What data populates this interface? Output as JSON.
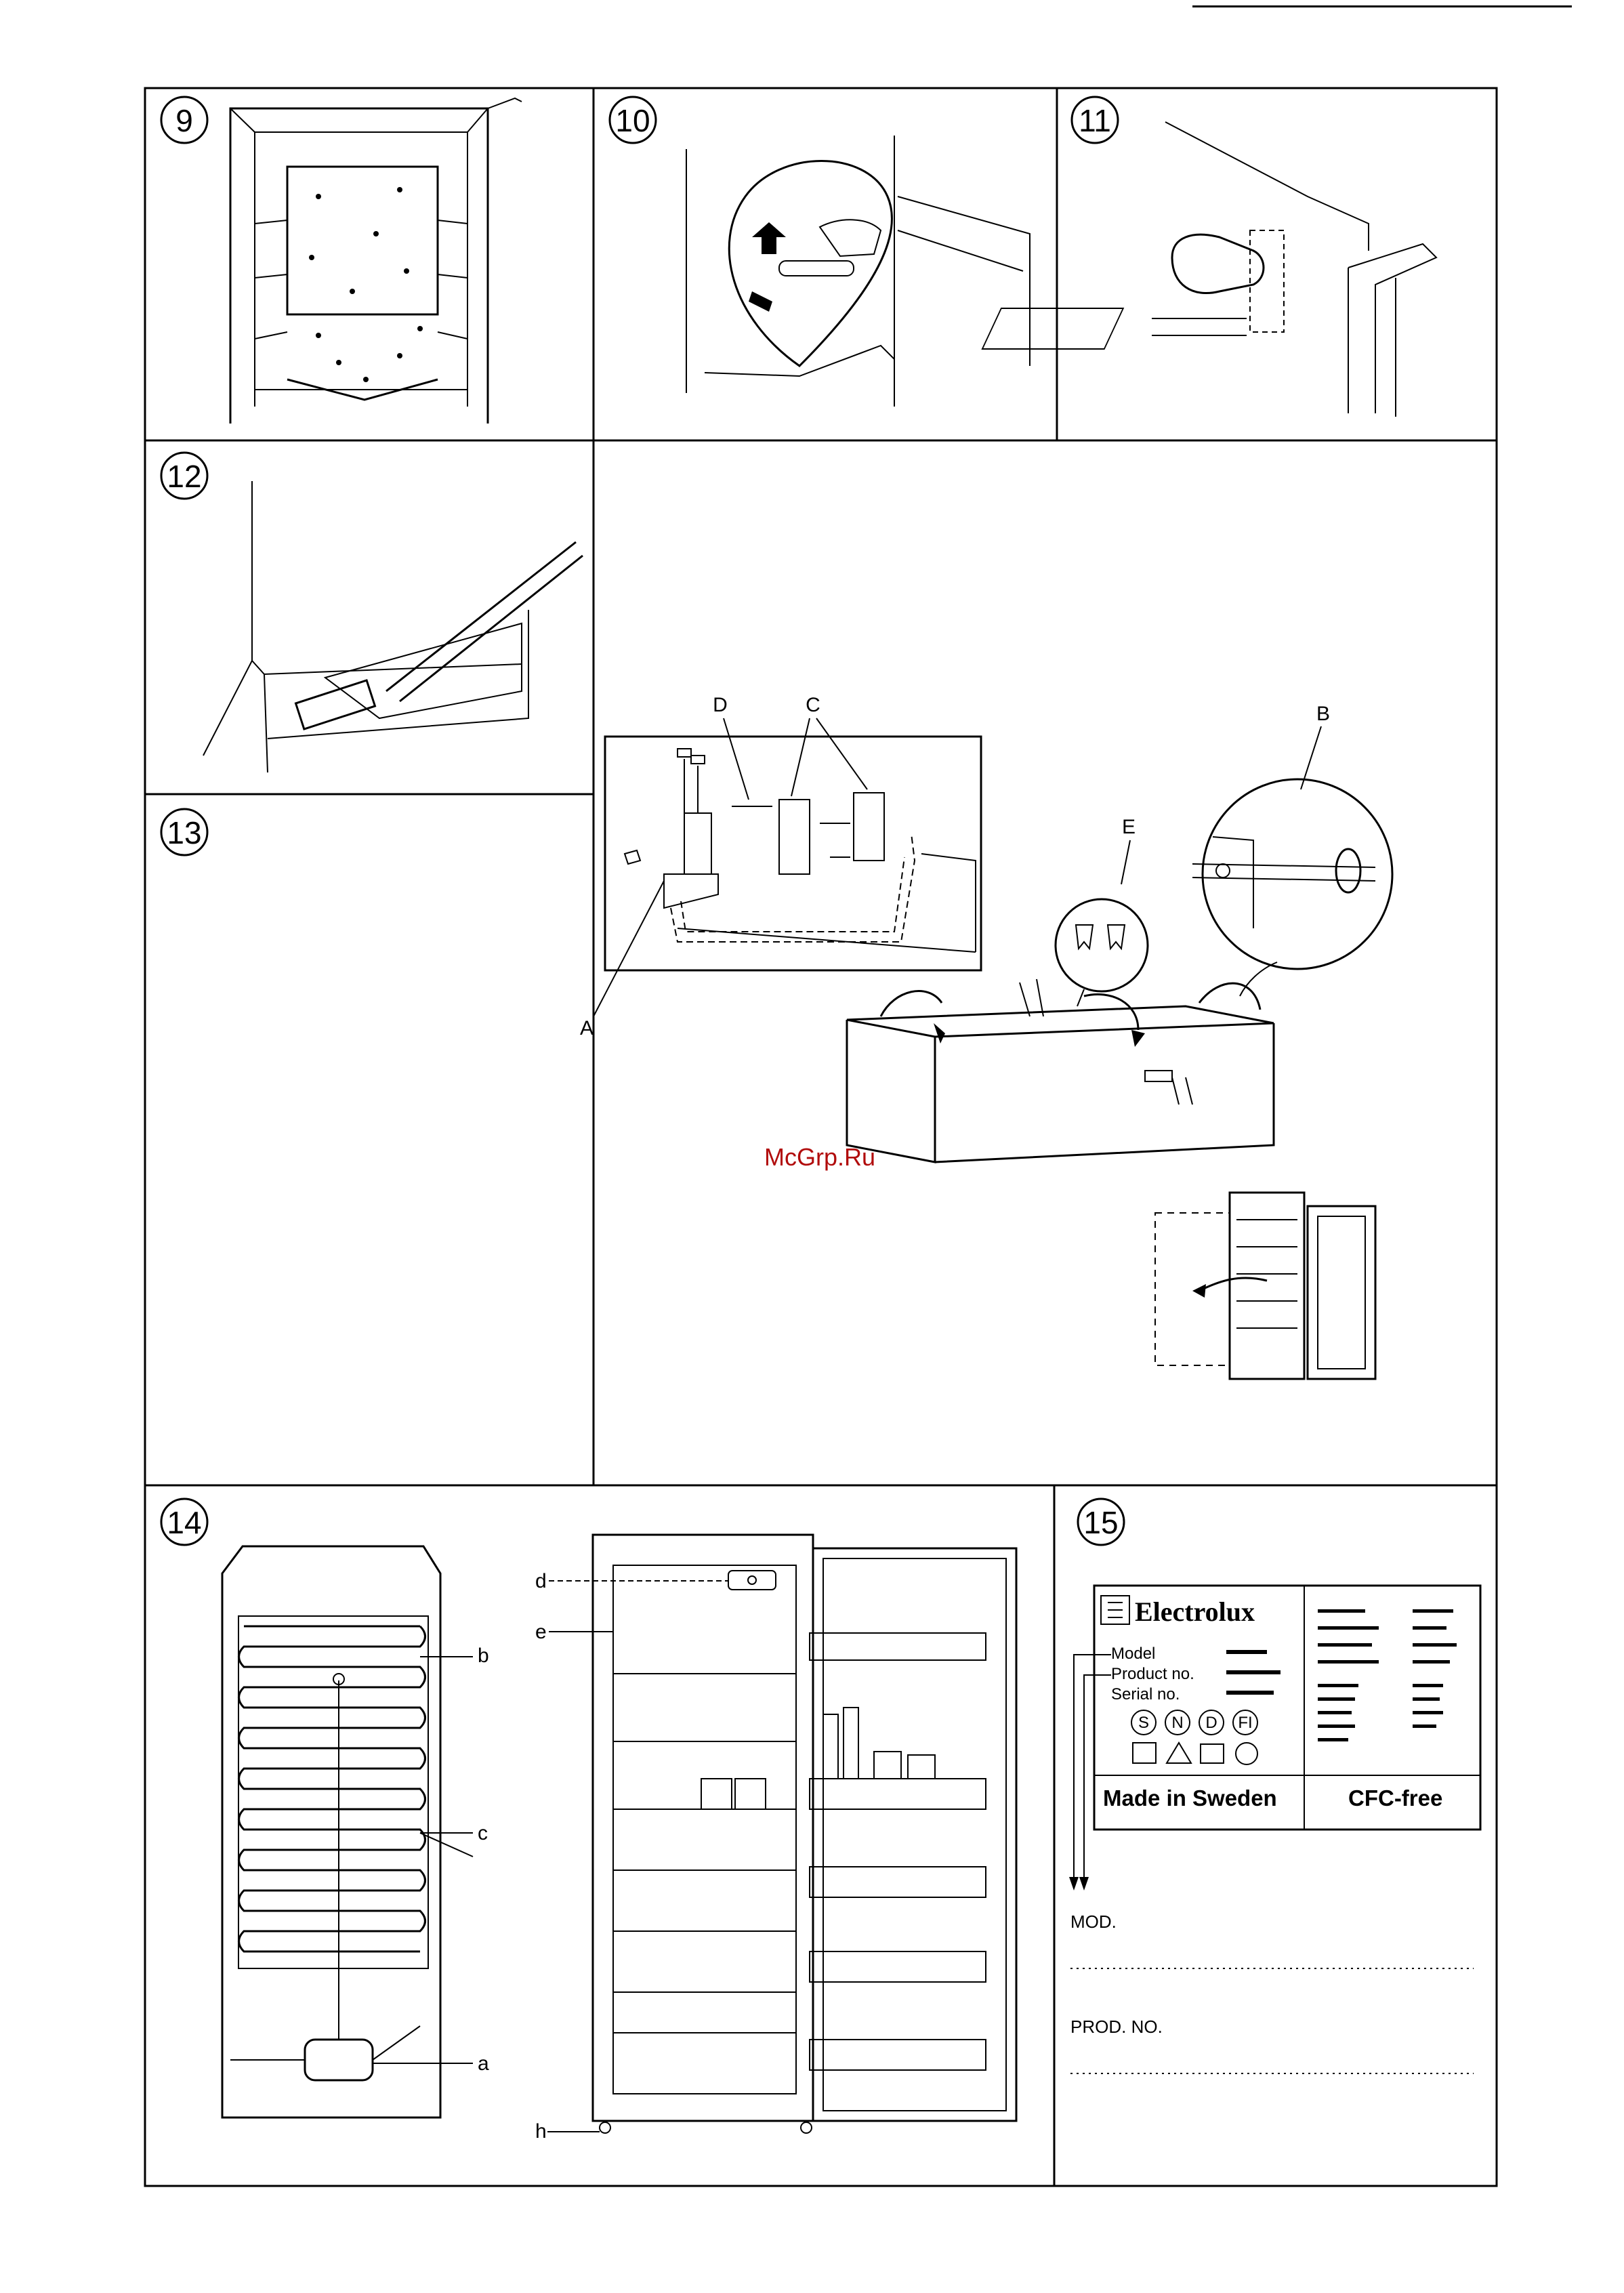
{
  "panels": {
    "p9": {
      "number": "9"
    },
    "p10": {
      "number": "10"
    },
    "p11": {
      "number": "11"
    },
    "p12": {
      "number": "12"
    },
    "p13": {
      "number": "13",
      "labels": {
        "a": "A",
        "b": "B",
        "c": "C",
        "d": "D",
        "e": "E"
      }
    },
    "p14": {
      "number": "14",
      "labels": {
        "a": "a",
        "b": "b",
        "c": "c",
        "d": "d",
        "e": "e",
        "h": "h"
      }
    },
    "p15": {
      "number": "15",
      "rating_plate": {
        "brand": "Electrolux",
        "model_label": "Model",
        "product_label": "Product no.",
        "serial_label": "Serial no.",
        "approval_marks": [
          "S",
          "N",
          "D",
          "FI"
        ],
        "origin": "Made in Sweden",
        "cfc": "CFC-free"
      },
      "form": {
        "mod_label": "MOD.",
        "prod_label": "PROD. NO."
      }
    }
  },
  "watermark": "McGrp.Ru"
}
